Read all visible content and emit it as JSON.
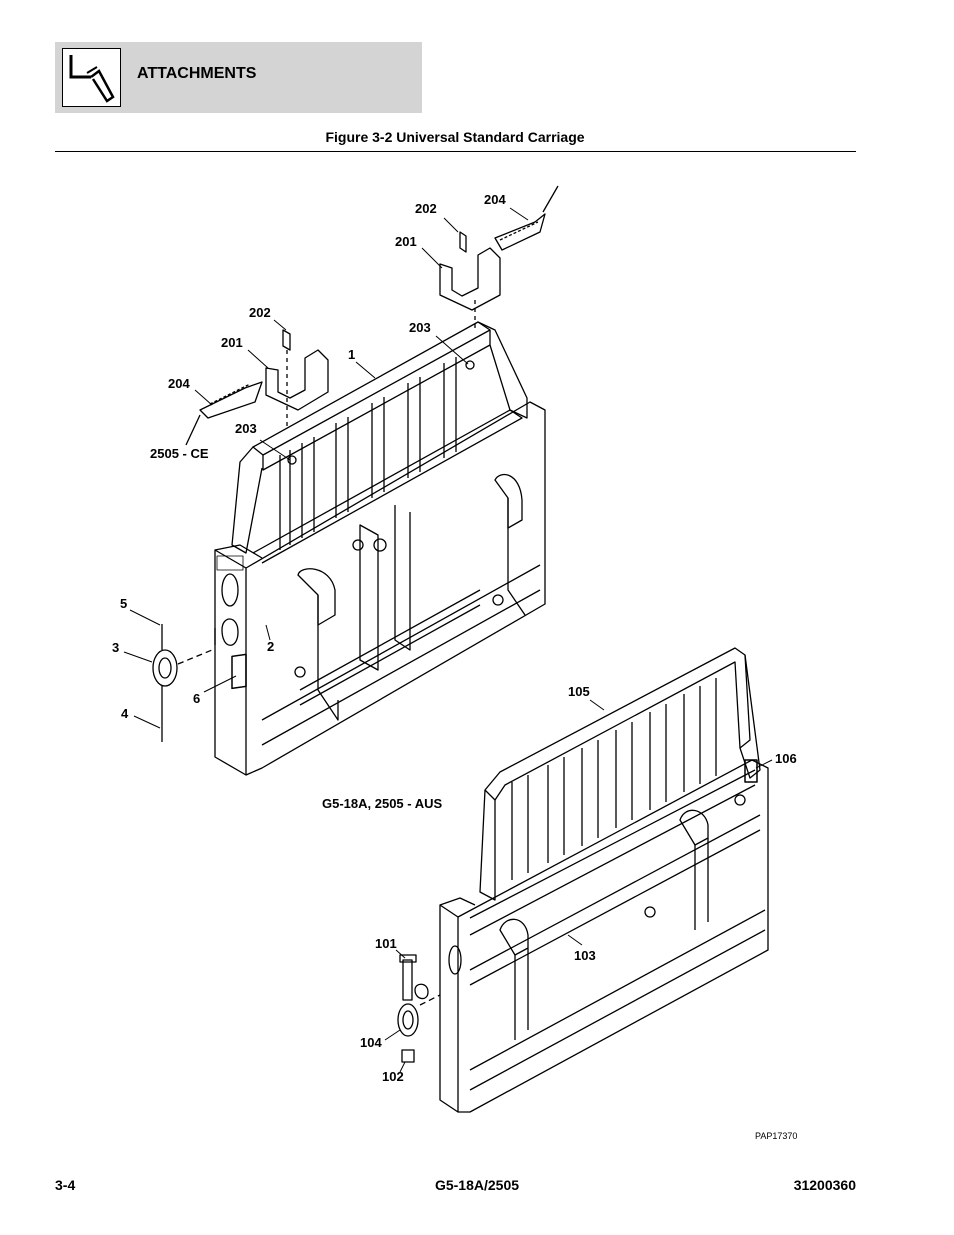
{
  "header": {
    "section": "ATTACHMENTS",
    "icon": "tool-handle-icon"
  },
  "figure": {
    "title": "Figure 3-2 Universal Standard Carriage",
    "drawing_number": "PAP17370"
  },
  "callouts": {
    "c1": "1",
    "c2": "2",
    "c3": "3",
    "c4": "4",
    "c5": "5",
    "c6": "6",
    "c201a": "201",
    "c202a": "202",
    "c203a": "203",
    "c204a": "204",
    "c201b": "201",
    "c202b": "202",
    "c203b": "203",
    "c204b": "204",
    "c101": "101",
    "c102": "102",
    "c103": "103",
    "c104": "104",
    "c105": "105",
    "c106": "106"
  },
  "variants": {
    "upper": "2505 - CE",
    "lower": "G5-18A, 2505 - AUS"
  },
  "footer": {
    "page": "3-4",
    "model": "G5-18A/2505",
    "doc_number": "31200360"
  }
}
